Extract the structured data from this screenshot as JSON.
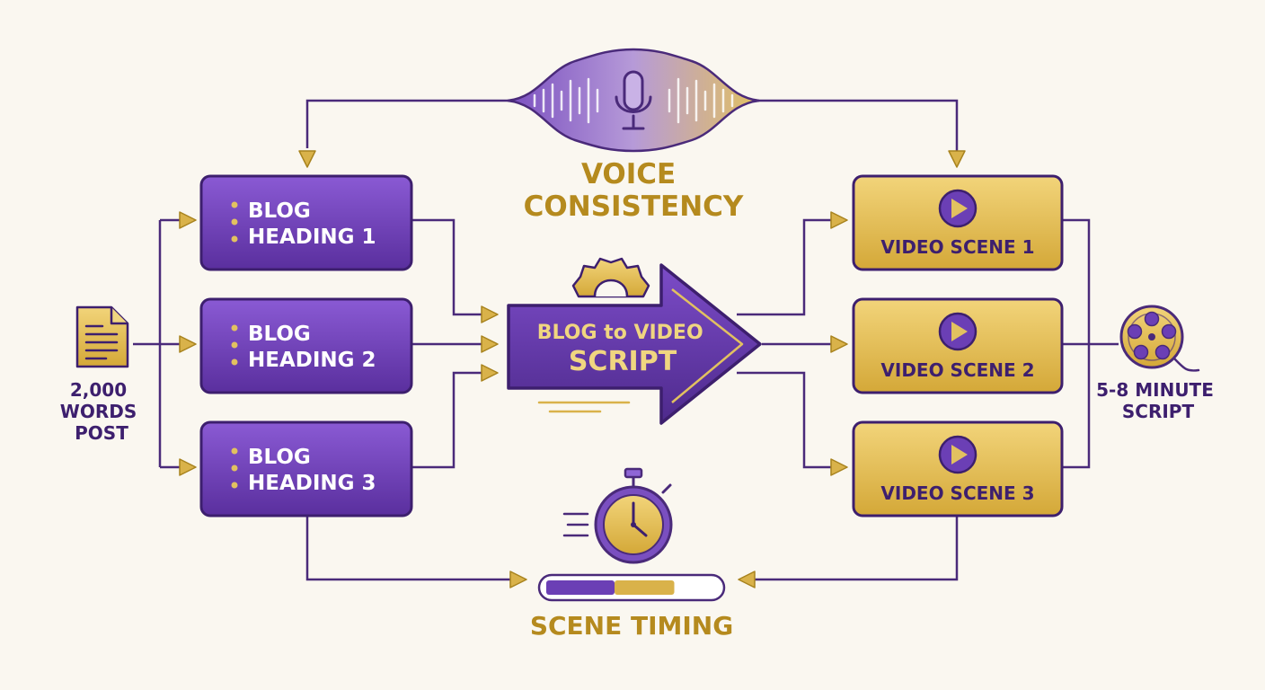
{
  "colors": {
    "background": "#faf7f0",
    "purple": "#6b3fb5",
    "purple_dark": "#3d1f6e",
    "purple_light": "#8f66d6",
    "gold": "#d9b24a",
    "gold_light": "#f0d680",
    "gold_dark": "#a8831e",
    "line": "#4a2a7a"
  },
  "source": {
    "icon": "document-icon",
    "label_lines": [
      "2,000",
      "WORDS",
      "POST"
    ]
  },
  "blog_headings": [
    {
      "lines": [
        "BLOG",
        "HEADING 1"
      ]
    },
    {
      "lines": [
        "BLOG",
        "HEADING 2"
      ]
    },
    {
      "lines": [
        "BLOG",
        "HEADING 3"
      ]
    }
  ],
  "center": {
    "line1": "BLOG to VIDEO",
    "line2": "SCRIPT",
    "icon": "gear-icon"
  },
  "voice": {
    "icon": "microphone-icon",
    "label_lines": [
      "VOICE",
      "CONSISTENCY"
    ]
  },
  "timing": {
    "icon": "stopwatch-icon",
    "label": "SCENE TIMING",
    "progress_purple": 0.4,
    "progress_gold": 0.35
  },
  "video_scenes": [
    {
      "label": "VIDEO SCENE 1",
      "icon": "play-icon"
    },
    {
      "label": "VIDEO SCENE 2",
      "icon": "play-icon"
    },
    {
      "label": "VIDEO SCENE 3",
      "icon": "play-icon"
    }
  ],
  "output": {
    "icon": "film-reel-icon",
    "label_lines": [
      "5-8 MINUTE",
      "SCRIPT"
    ]
  }
}
